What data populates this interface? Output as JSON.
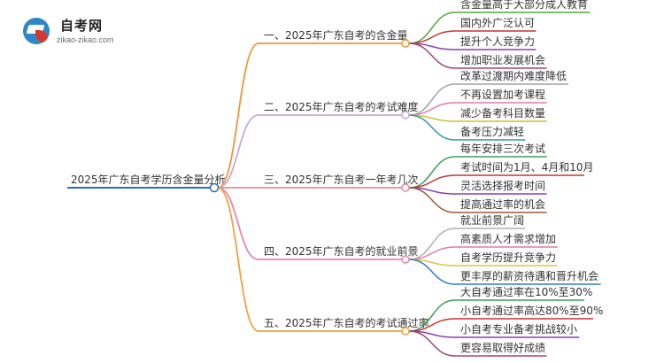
{
  "logo": {
    "title": "自考网",
    "subtitle": "zikao-zikao.com",
    "colors": {
      "badge": "#2f86c9",
      "leaf": "#d8372f"
    }
  },
  "mindmap": {
    "root": {
      "label": "2025年广东自考学历含金量分析",
      "color": "#2b6fb6"
    },
    "branches": [
      {
        "label": "一、2025年广东自考的含金量",
        "color": "#f0963a",
        "leaves": [
          {
            "label": "含金量高于大部分成人教育",
            "color": "#57a53e"
          },
          {
            "label": "国内外广泛认可",
            "color": "#c93232"
          },
          {
            "label": "提升个人竞争力",
            "color": "#8a3fb4"
          },
          {
            "label": "增加职业发展机会",
            "color": "#a0486a"
          }
        ]
      },
      {
        "label": "二、2025年广东自考的考试难度",
        "color": "#c9a9d9",
        "leaves": [
          {
            "label": "改革过渡期内难度降低",
            "color": "#a4a4a4"
          },
          {
            "label": "不再设置加考课程",
            "color": "#e07aa8"
          },
          {
            "label": "减少备考科目数量",
            "color": "#c8c23a"
          },
          {
            "label": "备考压力减轻",
            "color": "#2f9aa8"
          }
        ]
      },
      {
        "label": "三、2025年广东自考一年考几次",
        "color": "#e08f98",
        "leaves": [
          {
            "label": "每年安排三次考试",
            "color": "#3aa055"
          },
          {
            "label": "考试时间为1月、4月和10月",
            "color": "#c93232"
          },
          {
            "label": "灵活选择报考时间",
            "color": "#8a3fb4"
          },
          {
            "label": "提高通过率的机会",
            "color": "#9a5a3a"
          }
        ]
      },
      {
        "label": "四、2025年广东自考的就业前景",
        "color": "#e884b0",
        "leaves": [
          {
            "label": "就业前景广阔",
            "color": "#b0b0b0"
          },
          {
            "label": "高素质人才需求增加",
            "color": "#e07aa8"
          },
          {
            "label": "自考学历提升竞争力",
            "color": "#e8c23a"
          },
          {
            "label": "更丰厚的薪资待遇和晋升机会",
            "color": "#2f7fc8"
          }
        ]
      },
      {
        "label": "五、2025年广东自考的考试通过率",
        "color": "#f2a23a",
        "leaves": [
          {
            "label": "大自考通过率在10%至30%",
            "color": "#3aa055"
          },
          {
            "label": "小自考通过率高达80%至90%",
            "color": "#c93232"
          },
          {
            "label": "小自考专业备考挑战较小",
            "color": "#8a3fb4"
          },
          {
            "label": "更容易取得好成绩",
            "color": "#a0486a"
          }
        ]
      }
    ]
  }
}
